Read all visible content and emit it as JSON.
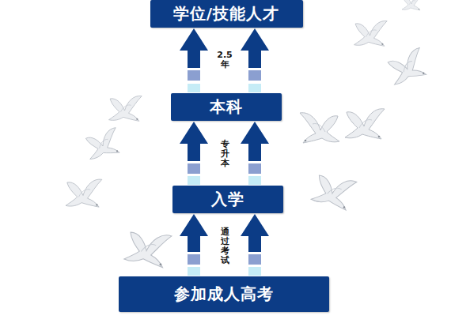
{
  "diagram": {
    "nodes": [
      {
        "text": [
          "学位/技能人才"
        ]
      },
      {
        "text": [
          "本科"
        ]
      },
      {
        "text": [
          "入学"
        ]
      },
      {
        "text": [
          "参加成人高考"
        ]
      }
    ],
    "edges": [
      {
        "from": 1,
        "to": 0,
        "arrow": "to"
      },
      {
        "from": 1,
        "to": 0,
        "arrow": "to"
      },
      {
        "from": 2,
        "to": 1,
        "arrow": "to"
      },
      {
        "from": 2,
        "to": 1,
        "arrow": "to"
      },
      {
        "from": 3,
        "to": 2,
        "arrow": "to"
      },
      {
        "from": 3,
        "to": 2,
        "arrow": "to"
      }
    ],
    "labels": [
      "2.5 年",
      "专升本",
      "通过考试"
    ]
  }
}
